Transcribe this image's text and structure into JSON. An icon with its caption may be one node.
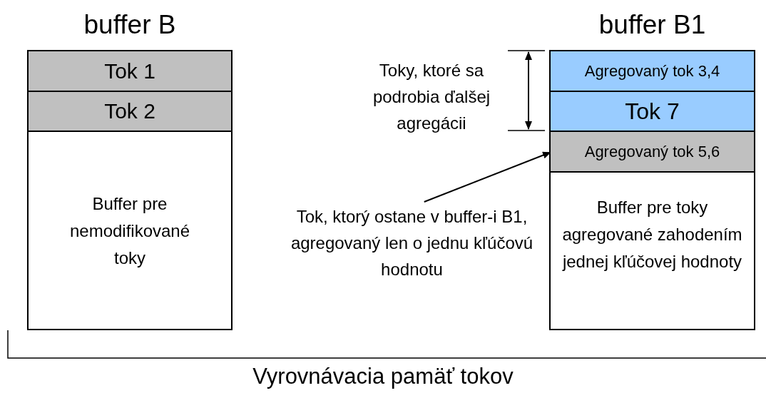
{
  "diagram": {
    "nodes": [
      {
        "text": [
          "buffer B",
          "Buffer pre nemodifikované toky"
        ]
      },
      {
        "text": [
          "Tok 1"
        ],
        "in": 0
      },
      {
        "text": [
          "Tok 2"
        ],
        "in": 0
      },
      {
        "text": [
          "buffer B1",
          "Buffer pre toky agregované zahodením jednej kľúčovej hodnoty"
        ]
      },
      {
        "text": [
          "Agregovaný tok 3,4"
        ],
        "in": 3
      },
      {
        "text": [
          "Tok 7"
        ],
        "in": 3
      },
      {
        "text": [
          "Agregovaný tok 5,6"
        ],
        "in": 3
      },
      {
        "text": [
          "Tok, ktorý ostane v buffer-i B1, agregovaný len o jednu kľúčovú hodnotu"
        ]
      }
    ],
    "edges": [
      {
        "from": 7,
        "to": 6,
        "arrow": "to"
      }
    ],
    "labels": [
      "Toky, ktoré sa podrobia ďalšej agregácii",
      "Vyrovnávacia pamäť tokov"
    ]
  }
}
